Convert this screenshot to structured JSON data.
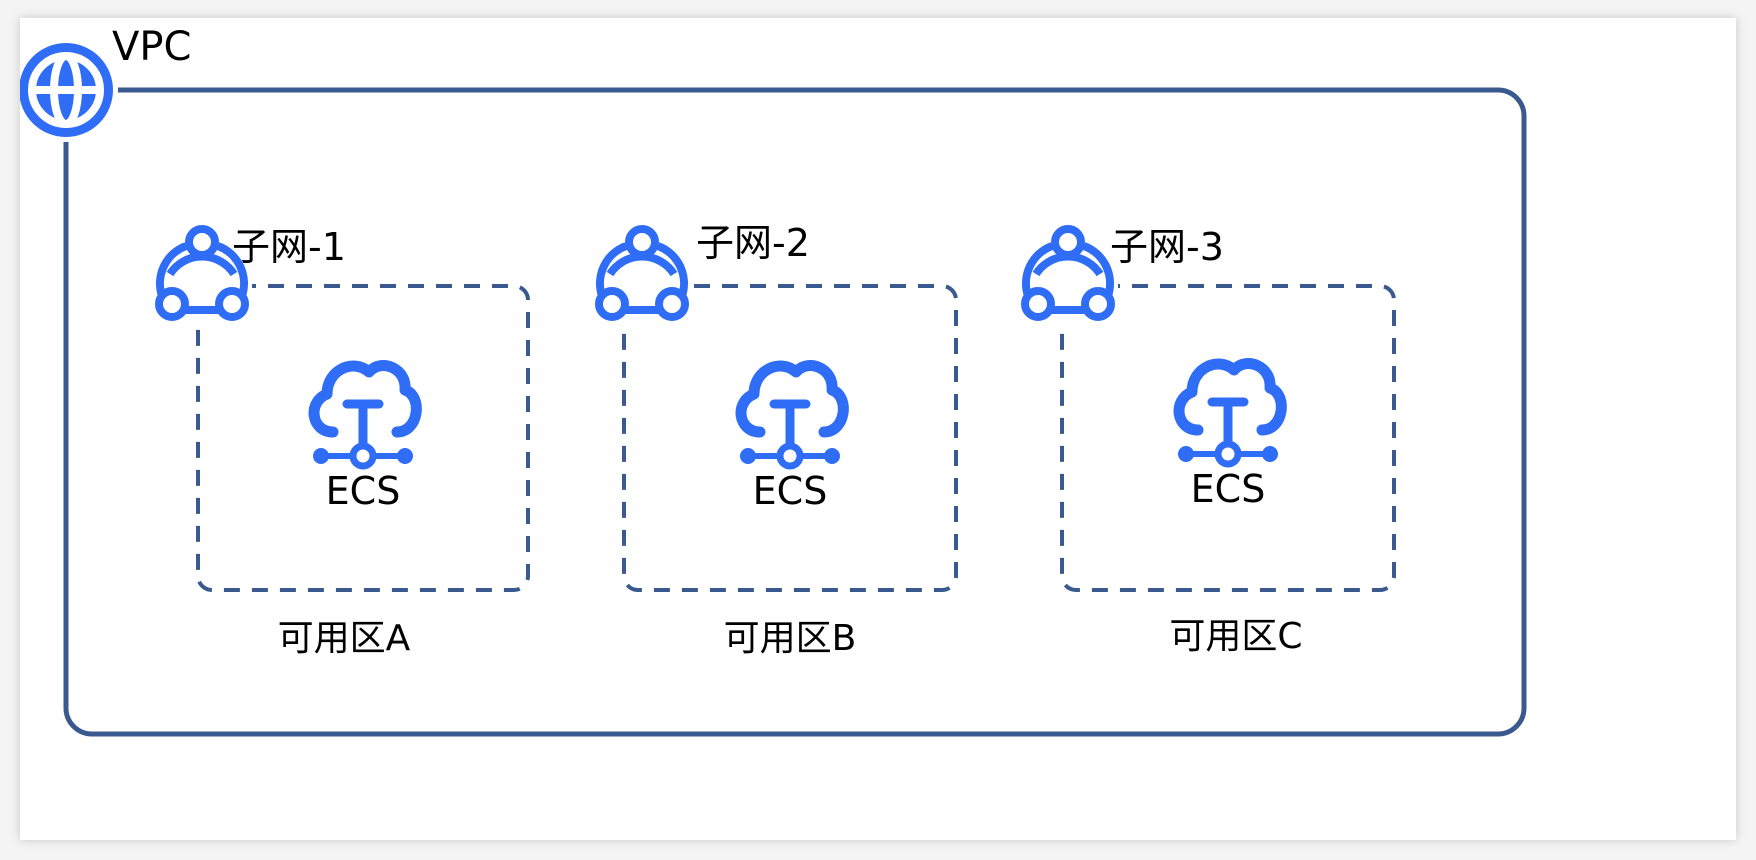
{
  "colors": {
    "border": "#3a5a8f",
    "icon": "#2f6df6",
    "text": "#000000"
  },
  "vpc": {
    "label": "VPC",
    "icon": "globe-icon"
  },
  "subnets": [
    {
      "label": "子网-1",
      "icon": "subnet-icon",
      "zone_label": "可用区A",
      "instance_label": "ECS",
      "instance_icon": "ecs-cloud-icon"
    },
    {
      "label": "子网-2",
      "icon": "subnet-icon",
      "zone_label": "可用区B",
      "instance_label": "ECS",
      "instance_icon": "ecs-cloud-icon"
    },
    {
      "label": "子网-3",
      "icon": "subnet-icon",
      "zone_label": "可用区C",
      "instance_label": "ECS",
      "instance_icon": "ecs-cloud-icon"
    }
  ]
}
